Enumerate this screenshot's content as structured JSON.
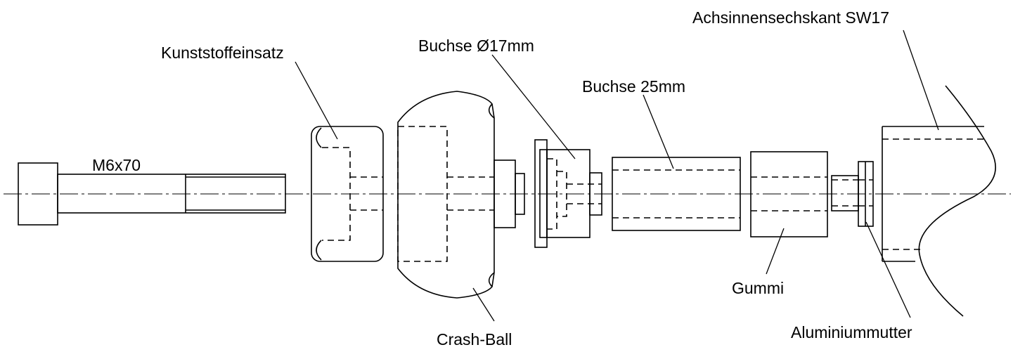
{
  "labels": {
    "bolt": "M6x70",
    "plastic_insert": "Kunststoffeinsatz",
    "bushing_17": "Buchse Ø17mm",
    "bushing_25": "Buchse 25mm",
    "axle_hex": "Achsinnensechskant SW17",
    "crash_ball": "Crash-Ball",
    "rubber": "Gummi",
    "aluminium_nut": "Aluminiummutter"
  }
}
